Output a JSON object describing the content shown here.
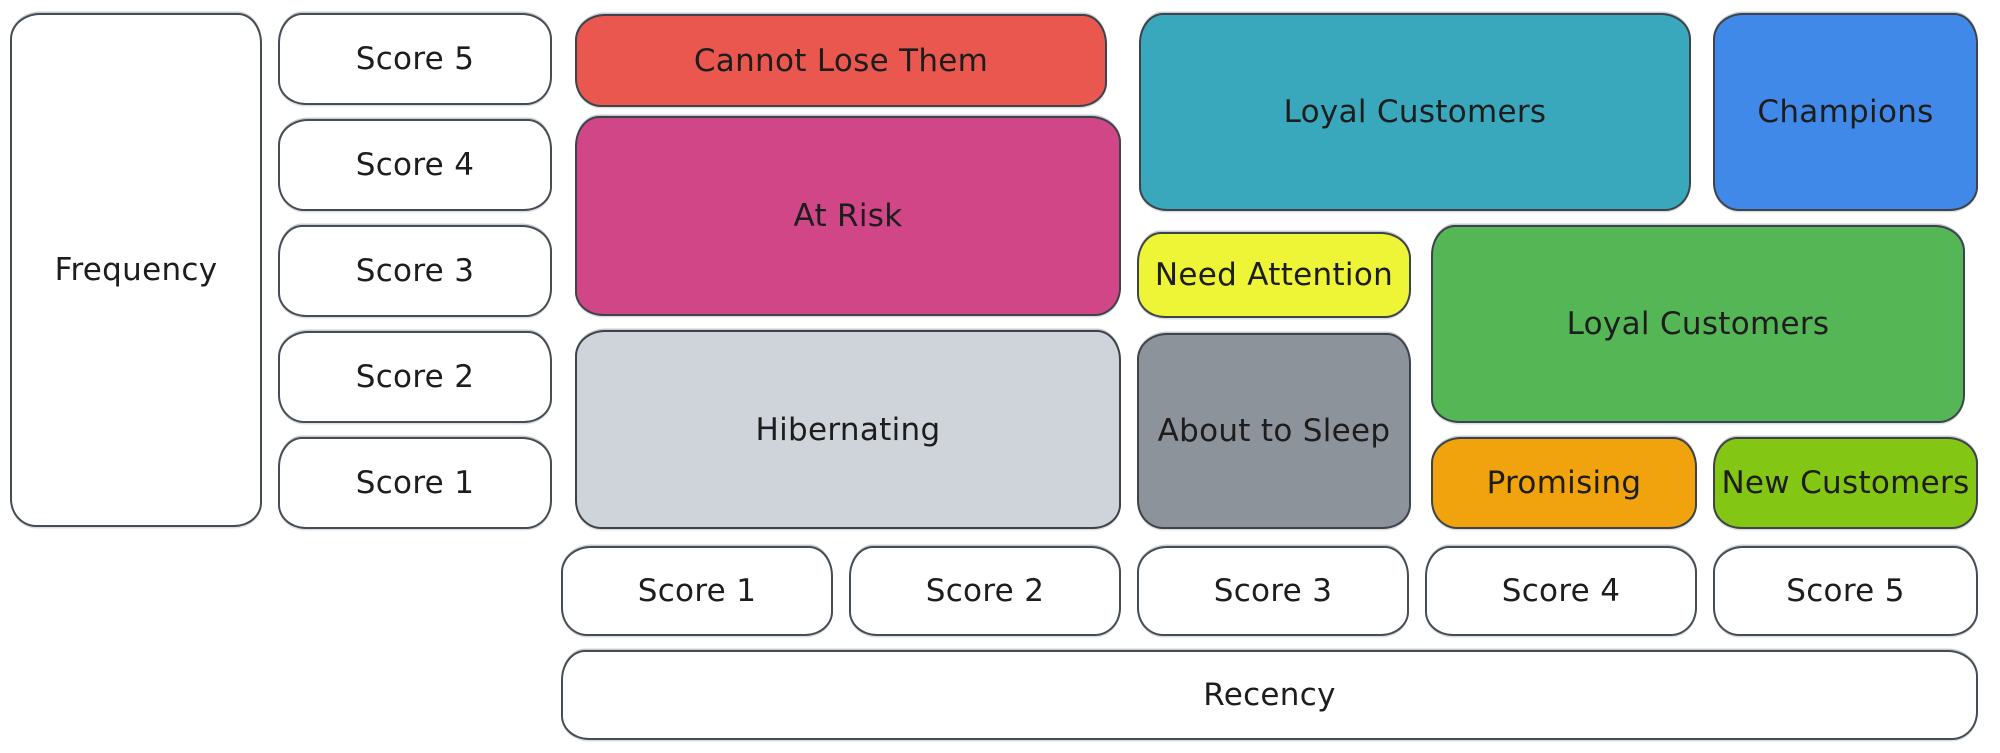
{
  "palette": {
    "background": "#ffffff",
    "stroke": "#454c54",
    "text": "#1d1d1d",
    "axis_box_fill": "#ffffff"
  },
  "frequency_axis": {
    "label": "Frequency",
    "scores": [
      "Score 5",
      "Score 4",
      "Score 3",
      "Score 2",
      "Score 1"
    ]
  },
  "recency_axis": {
    "label": "Recency",
    "scores": [
      "Score 1",
      "Score 2",
      "Score 3",
      "Score 4",
      "Score 5"
    ]
  },
  "segments": [
    {
      "id": "cannot-lose-them",
      "label": "Cannot Lose Them",
      "color": "#ea574e",
      "recency_scores": "1-2",
      "frequency_scores": "5"
    },
    {
      "id": "at-risk",
      "label": "At Risk",
      "color": "#d04687",
      "recency_scores": "1-2",
      "frequency_scores": "3-4"
    },
    {
      "id": "hibernating",
      "label": "Hibernating",
      "color": "#ced4da",
      "recency_scores": "1-2",
      "frequency_scores": "1-2"
    },
    {
      "id": "loyal-customers-upper",
      "label": "Loyal Customers",
      "color": "#3aa8bc",
      "recency_scores": "3-4",
      "frequency_scores": "4-5"
    },
    {
      "id": "champions",
      "label": "Champions",
      "color": "#4189e8",
      "recency_scores": "5",
      "frequency_scores": "4-5"
    },
    {
      "id": "need-attention",
      "label": "Need Attention",
      "color": "#eef436",
      "recency_scores": "3",
      "frequency_scores": "3"
    },
    {
      "id": "about-to-sleep",
      "label": "About to Sleep",
      "color": "#8d939a",
      "recency_scores": "3",
      "frequency_scores": "1-2"
    },
    {
      "id": "loyal-customers-lower",
      "label": "Loyal Customers",
      "color": "#55b655",
      "recency_scores": "4-5",
      "frequency_scores": "2-3"
    },
    {
      "id": "promising",
      "label": "Promising",
      "color": "#f0a30d",
      "recency_scores": "4",
      "frequency_scores": "1"
    },
    {
      "id": "new-customers",
      "label": "New Customers",
      "color": "#84c614",
      "recency_scores": "5",
      "frequency_scores": "1"
    }
  ]
}
